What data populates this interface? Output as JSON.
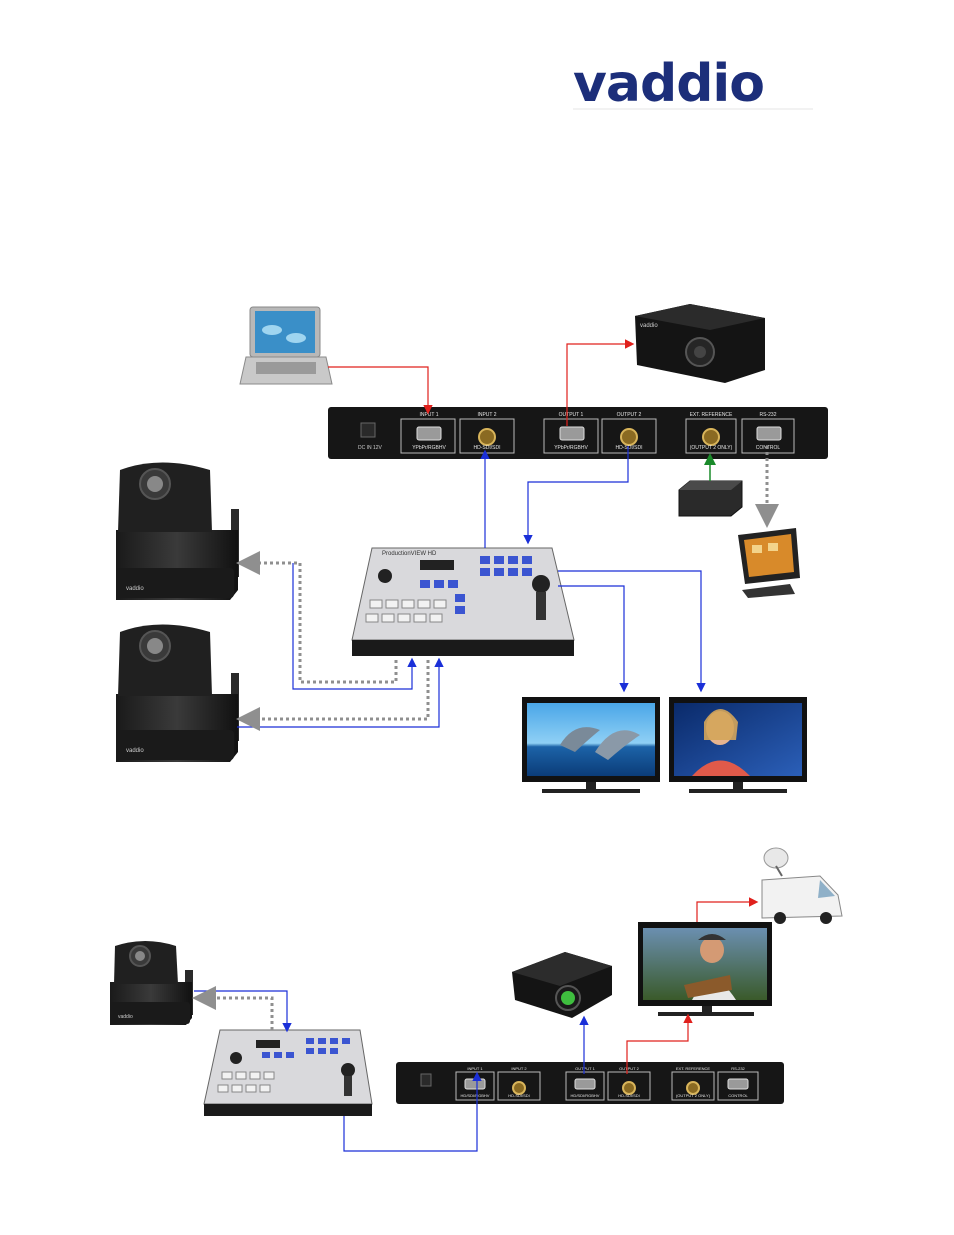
{
  "brand": {
    "logo_text": "vaddio"
  },
  "top_diagram": {
    "panel": {
      "ports": [
        {
          "label": "INPUT 1",
          "sub": "YPbPr/RGBHV"
        },
        {
          "label": "INPUT 2",
          "sub": "HD-SDI/SDI"
        },
        {
          "label": "OUTPUT 1",
          "sub": "YPbPr/RGBHV"
        },
        {
          "label": "OUTPUT 2",
          "sub": "HD-SDI/SDI"
        },
        {
          "label": "EXT. REFERENCE",
          "sub": "(OUTPUT 2 ONLY)"
        },
        {
          "label": "RS-232",
          "sub": "CONTROL"
        }
      ]
    },
    "devices": [
      "laptop",
      "projector",
      "camera",
      "camera",
      "production-switcher",
      "sync-generator",
      "touch-panel",
      "monitor-dolphins",
      "monitor-news-anchor"
    ],
    "connections": [
      {
        "from": "laptop",
        "to": "INPUT 1",
        "color": "#e0201c"
      },
      {
        "from": "OUTPUT 1",
        "to": "projector",
        "color": "#e0201c"
      },
      {
        "from": "sync-generator",
        "to": "EXT. REFERENCE",
        "color": "#1a8a2a"
      },
      {
        "from": "RS-232",
        "to": "touch-panel",
        "color": "#9a9a9a"
      },
      {
        "from": "production-switcher",
        "to": "INPUT 2",
        "color": "#1a2fd8"
      },
      {
        "from": "OUTPUT 2",
        "to": "production-switcher",
        "color": "#1a2fd8"
      },
      {
        "from": "production-switcher",
        "to": "monitor",
        "color": "#1a2fd8"
      },
      {
        "from": "production-switcher",
        "to": "monitor",
        "color": "#1a2fd8"
      }
    ]
  },
  "bottom_diagram": {
    "panel": {
      "ports": [
        {
          "label": "INPUT 1",
          "sub": "HD/SDI/RGBHV"
        },
        {
          "label": "INPUT 2",
          "sub": "HD-SDI/SDI"
        },
        {
          "label": "OUTPUT 1",
          "sub": "HD/SDI/RGBHV"
        },
        {
          "label": "OUTPUT 2",
          "sub": "HD-SDI/SDI"
        },
        {
          "label": "EXT. REFERENCE",
          "sub": "(OUTPUT 2 ONLY)"
        },
        {
          "label": "RS-232",
          "sub": "CONTROL"
        }
      ]
    },
    "devices": [
      "camera",
      "production-switcher",
      "projector",
      "monitor-singer",
      "satellite-van"
    ]
  },
  "colors": {
    "red": "#e0201c",
    "blue": "#1a2fd8",
    "green": "#1a8a2a",
    "gray_dotted": "#8f8f8f",
    "brand": "#1c2e7a"
  }
}
